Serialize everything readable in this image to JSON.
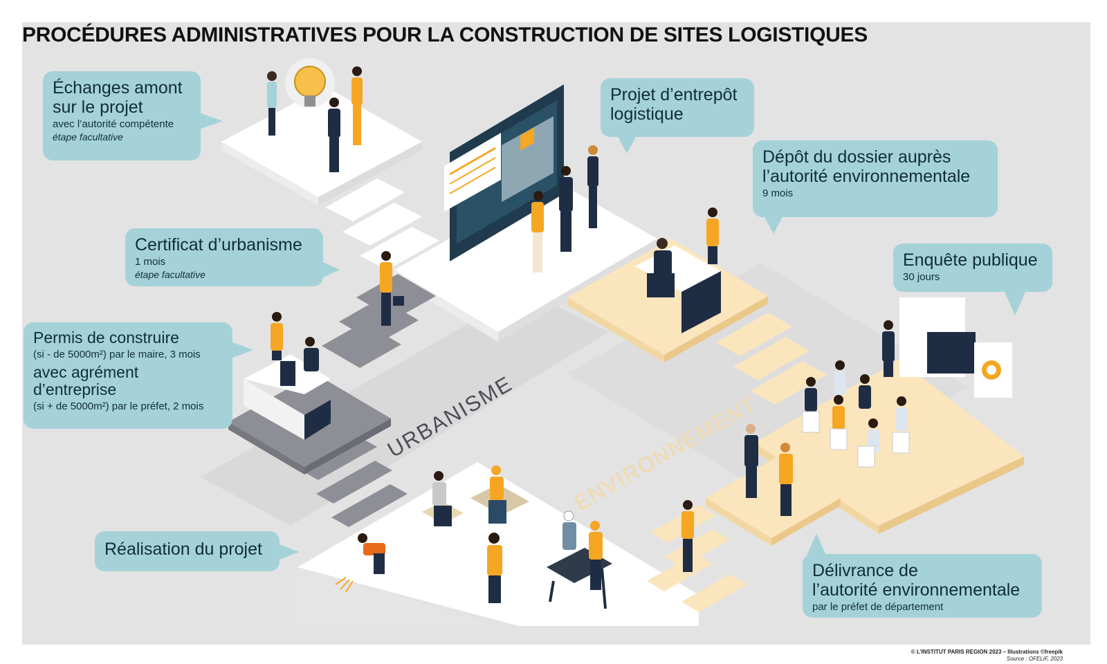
{
  "title": "PROCÉDURES ADMINISTRATIVES POUR LA CONSTRUCTION DE SITES LOGISTIQUES",
  "axes": {
    "urbanisme": "URBANISME",
    "environnement": "ENVIRONNEMENT"
  },
  "steps": {
    "echanges": {
      "line1": "Échanges amont",
      "line2": "sur le projet",
      "detail": "avec l’autorité compétente",
      "note": "étape facultative"
    },
    "projet": {
      "line1": "Projet d’entrepôt",
      "line2": "logistique"
    },
    "depot": {
      "line1": "Dépôt du dossier auprès",
      "line2": "l’autorité environnementale",
      "duration": "9 mois"
    },
    "certificat": {
      "line1": "Certificat d’urbanisme",
      "duration": "1 mois",
      "note": "étape facultative"
    },
    "enquete": {
      "line1": "Enquête publique",
      "duration": "30 jours"
    },
    "permis": {
      "line1": "Permis de construire",
      "detail1": "(si - de 5000m²) par le maire, 3 mois",
      "line2": "avec agrément",
      "line3": "d’entreprise",
      "detail2": "(si + de 5000m²) par le préfet, 2 mois"
    },
    "realisation": {
      "line1": "Réalisation du projet"
    },
    "delivrance": {
      "line1": "Délivrance de",
      "line2": "l’autorité environnementale",
      "detail": "par le préfet de département"
    }
  },
  "credits": {
    "line1": "© L’INSTITUT PARIS REGION 2023 – Illustrations ©freepik",
    "line2": "Source : OFELIF, 2023"
  },
  "colors": {
    "background": "#e3e3e3",
    "callout": "#a5d2d9",
    "callout_text": "#0f2d3a",
    "urbanisme_platform": "#8e8e96",
    "environnement_platform": "#fbe5bd",
    "white_platform": "#ffffff",
    "accent_orange": "#f5a623",
    "navy": "#1f2d44"
  }
}
